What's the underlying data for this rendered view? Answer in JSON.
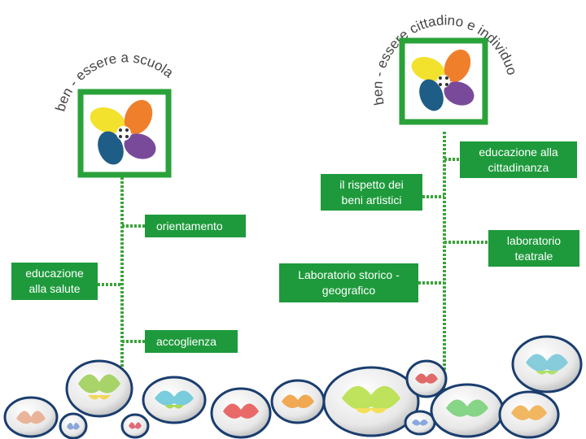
{
  "logos": {
    "left": {
      "arc_text": "ben - essere a scuola"
    },
    "right": {
      "arc_text": "ben - essere cittadino e individuo"
    }
  },
  "boxes": {
    "educazione_cittadinanza": {
      "line1": "educazione alla",
      "line2": "cittadinanza"
    },
    "rispetto_beni": {
      "line1": "il rispetto dei",
      "line2": "beni artistici"
    },
    "orientamento": {
      "label": "orientamento"
    },
    "laboratorio_teatrale": {
      "line1": "laboratorio",
      "line2": "teatrale"
    },
    "educazione_salute": {
      "line1": "educazione",
      "line2": "alla salute"
    },
    "laboratorio_storico": {
      "line1": "Laboratorio   storico -",
      "line2": "geografico"
    },
    "accoglienza": {
      "label": "accoglienza"
    }
  },
  "colors": {
    "box_green": "#1e9a3c",
    "connector_green": "#3aa33a",
    "petal_yellow": "#f2e22e",
    "petal_orange": "#f07f2c",
    "petal_blue": "#1e5d86",
    "petal_purple": "#7a4a9a"
  },
  "icons": [
    "four-petal-logo-icon",
    "painted-butterfly-stone-icon"
  ]
}
